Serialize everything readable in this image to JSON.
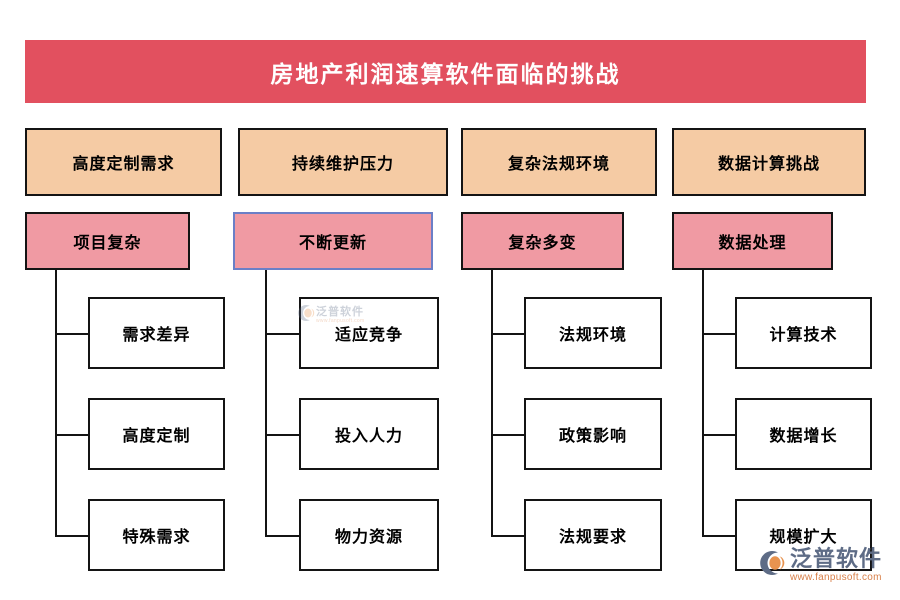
{
  "diagram": {
    "title": "房地产利润速算软件面临的挑战",
    "columns": [
      {
        "category": "高度定制需求",
        "subcategory": "项目复杂",
        "selected": false,
        "leaves": [
          "需求差异",
          "高度定制",
          "特殊需求"
        ]
      },
      {
        "category": "持续维护压力",
        "subcategory": "不断更新",
        "selected": true,
        "leaves": [
          "适应竞争",
          "投入人力",
          "物力资源"
        ]
      },
      {
        "category": "复杂法规环境",
        "subcategory": "复杂多变",
        "selected": false,
        "leaves": [
          "法规环境",
          "政策影响",
          "法规要求"
        ]
      },
      {
        "category": "数据计算挑战",
        "subcategory": "数据处理",
        "selected": false,
        "leaves": [
          "计算技术",
          "数据增长",
          "规模扩大"
        ]
      }
    ]
  },
  "watermark": {
    "brand": "泛普软件",
    "url": "www.fanpusoft.com"
  },
  "colors": {
    "banner": "#E2505F",
    "level1_fill": "#F5CBA4",
    "level2_fill": "#F09AA3",
    "selected_border": "#6B7FC7",
    "border": "#141414",
    "leaf_fill": "#FFFFFF",
    "brand_text": "#5E6C86",
    "brand_url": "#D8804A"
  }
}
